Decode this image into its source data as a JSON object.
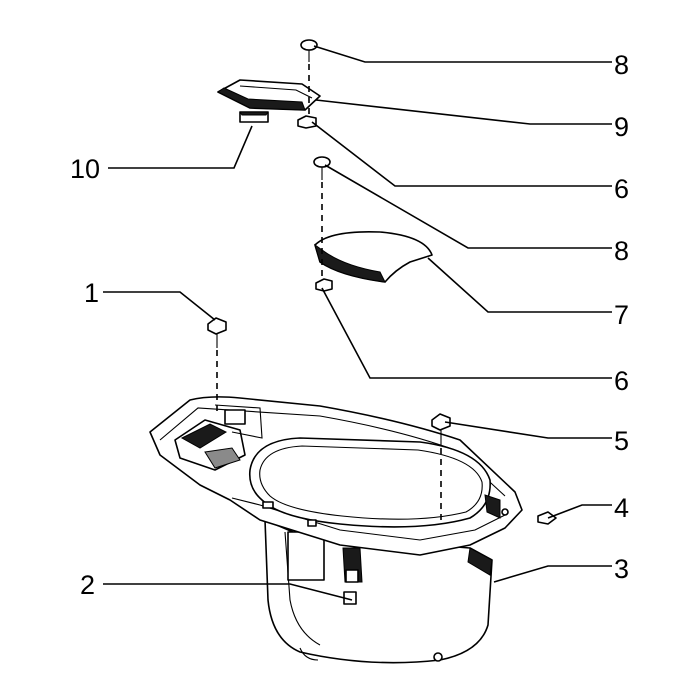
{
  "callouts": [
    {
      "id": "c1",
      "label": "1"
    },
    {
      "id": "c2",
      "label": "2"
    },
    {
      "id": "c3",
      "label": "3"
    },
    {
      "id": "c4",
      "label": "4"
    },
    {
      "id": "c5",
      "label": "5"
    },
    {
      "id": "c6a",
      "label": "6"
    },
    {
      "id": "c6b",
      "label": "6"
    },
    {
      "id": "c7",
      "label": "7"
    },
    {
      "id": "c8a",
      "label": "8"
    },
    {
      "id": "c8b",
      "label": "8"
    },
    {
      "id": "c9",
      "label": "9"
    },
    {
      "id": "c10",
      "label": "10"
    }
  ]
}
